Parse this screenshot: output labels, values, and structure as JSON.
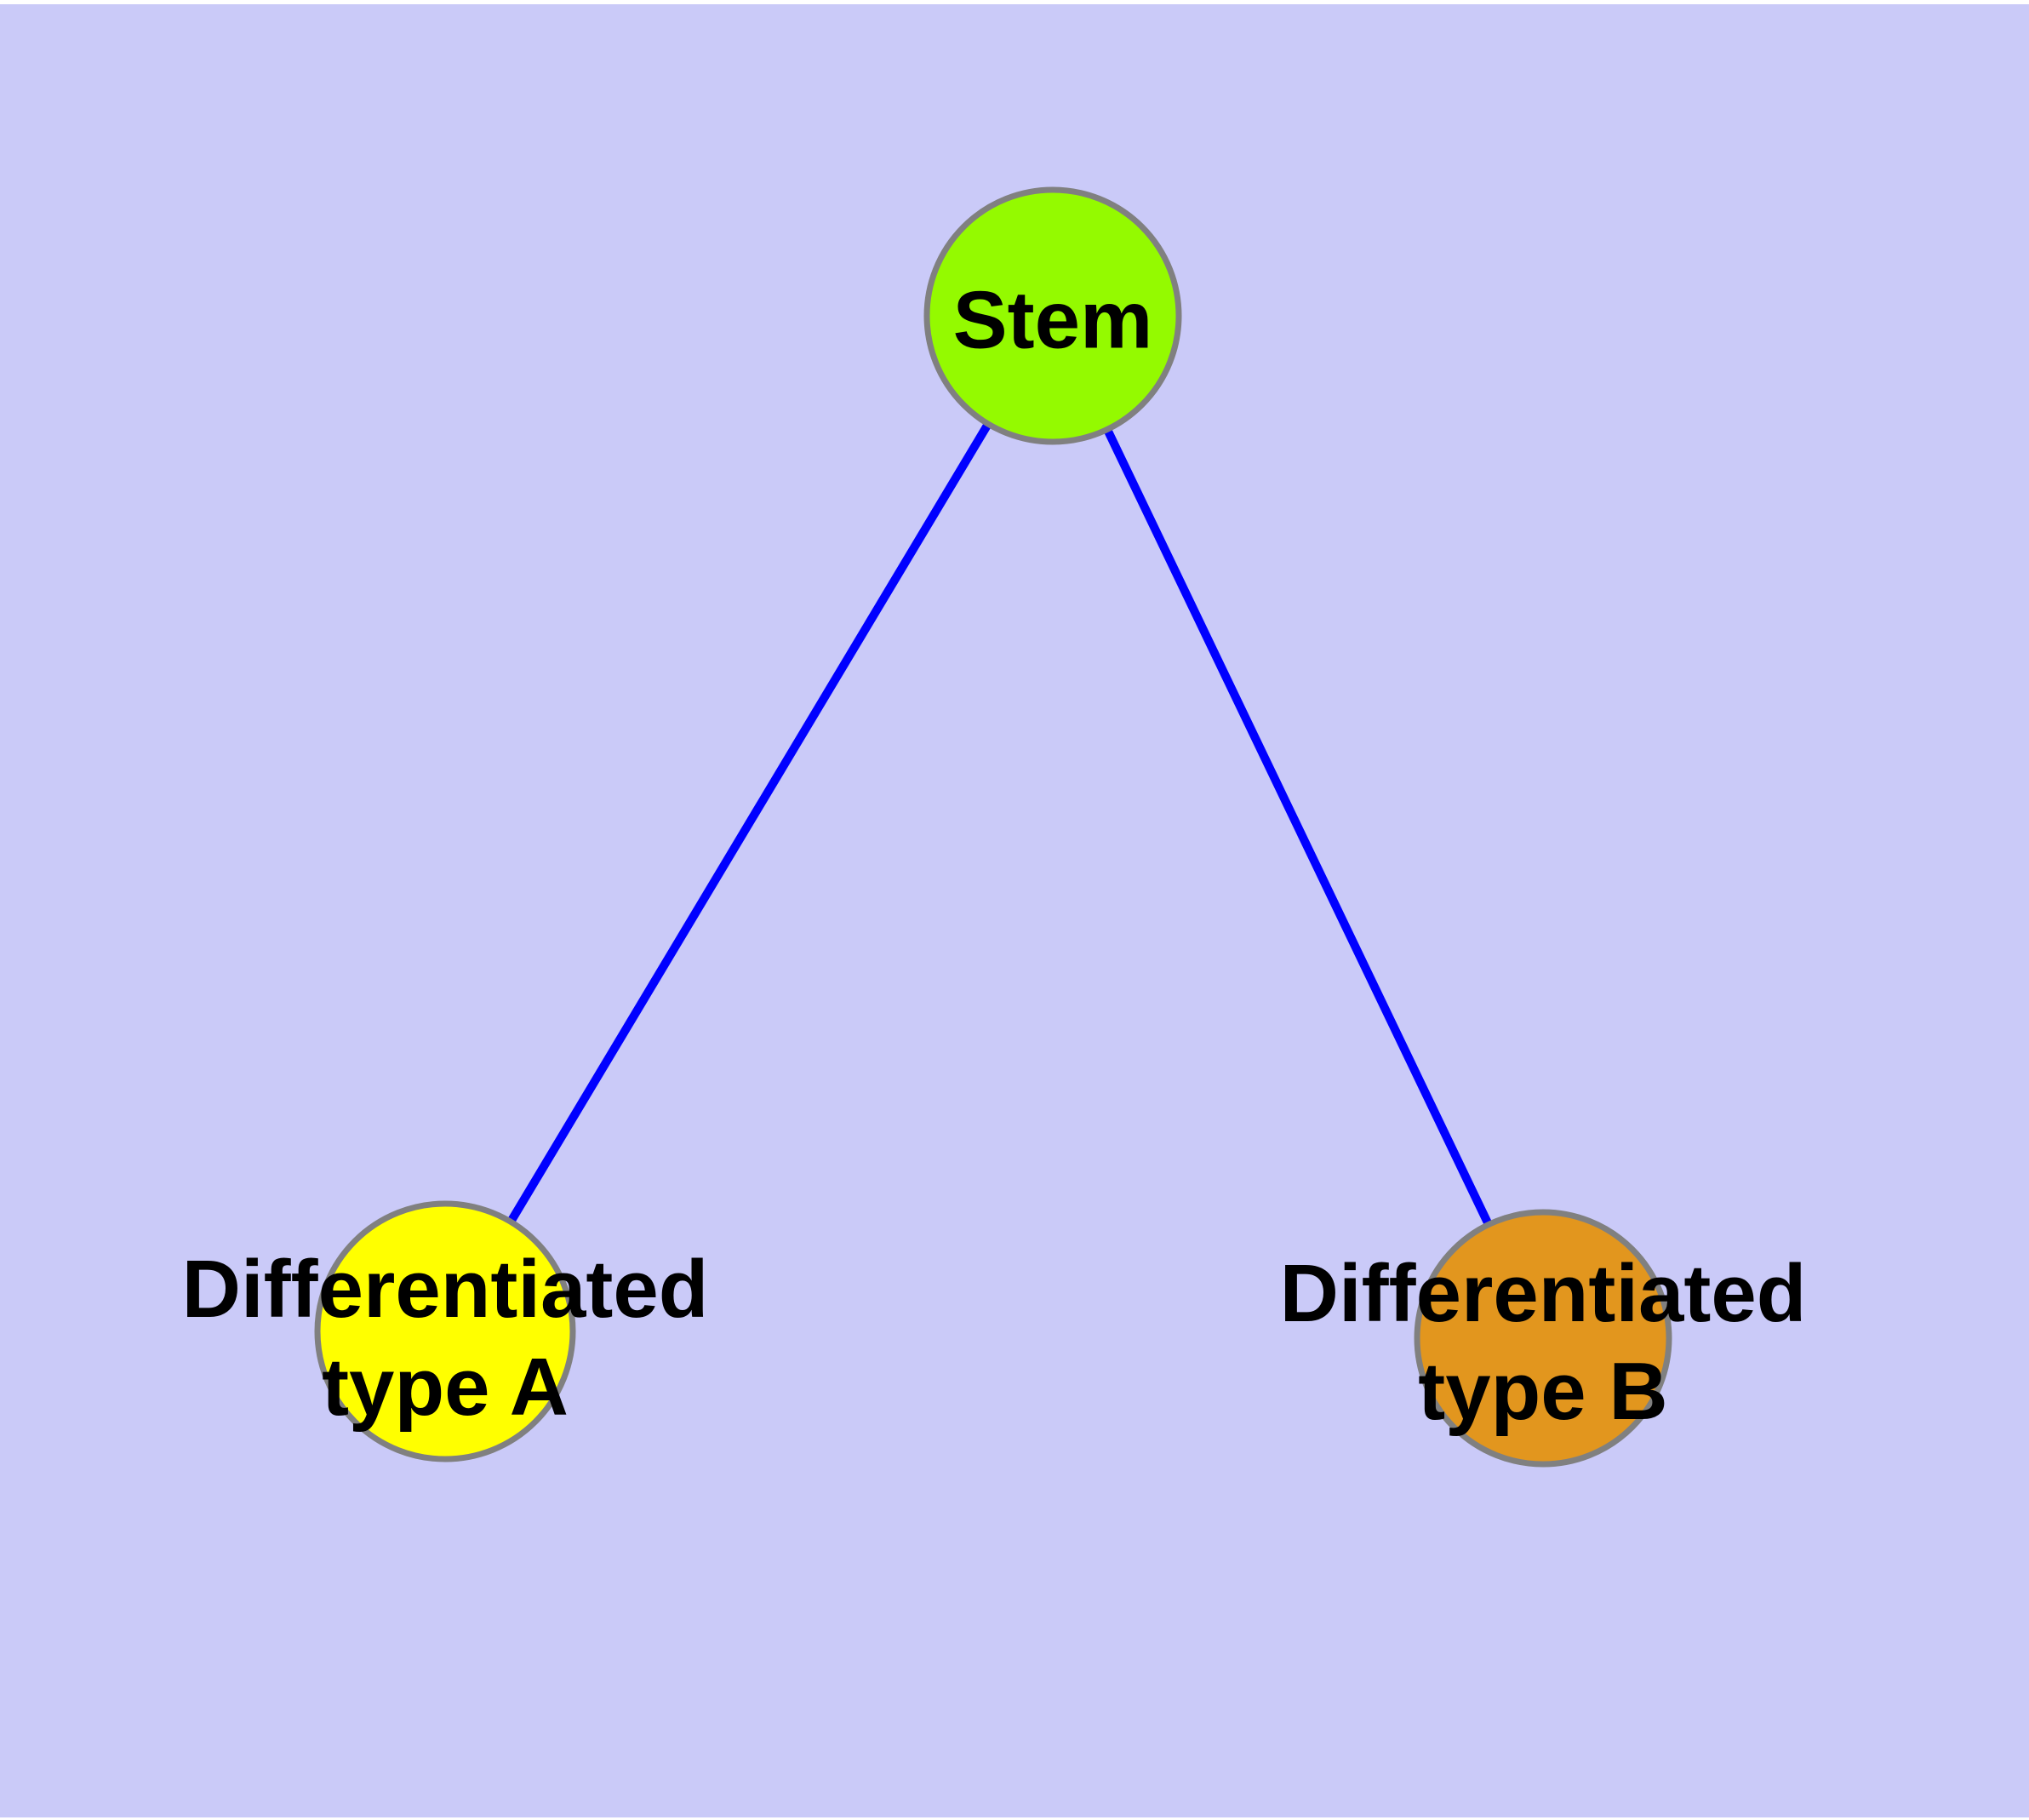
{
  "diagram": {
    "background_color": "#CACAF8",
    "edge_color": "#0000FF",
    "node_border_color": "#808080",
    "nodes": [
      {
        "id": "stem",
        "label": "Stem",
        "fill": "#94FA00"
      },
      {
        "id": "type-a",
        "label": "Differentiated\ntype A",
        "fill": "#FFFF00"
      },
      {
        "id": "type-b",
        "label": "Differentiated\ntype B",
        "fill": "#E2961E"
      }
    ],
    "edges": [
      {
        "from": "Stem",
        "to": "Differentiated type A"
      },
      {
        "from": "Stem",
        "to": "Differentiated type B"
      }
    ]
  }
}
